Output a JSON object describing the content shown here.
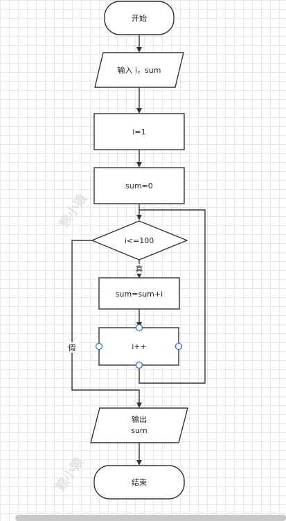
{
  "nodes": {
    "start": "开始",
    "input": "输入 i，sum",
    "init_i": "i=1",
    "init_sum": "sum=0",
    "condition": "i<=100",
    "accumulate": "sum=sum+i",
    "increment": "i++",
    "output_line1": "输出",
    "output_line2": "sum",
    "end": "结束"
  },
  "edges": {
    "true_label": "真",
    "false_label": "假"
  },
  "watermarks": [
    "熊小猿",
    "熊小猿"
  ],
  "colors": {
    "stroke": "#333333",
    "fill": "#ffffff",
    "handle": "#1e6fd9",
    "grid": "#e6e6e6"
  }
}
